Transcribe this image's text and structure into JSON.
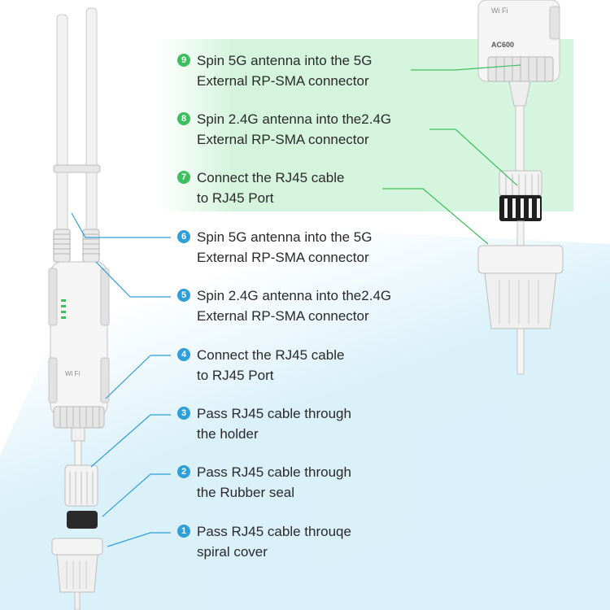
{
  "steps": [
    {
      "num": "9",
      "color": "#3cbf5c",
      "line1": "Spin 5G antenna into the 5G",
      "line2": "External RP-SMA connector"
    },
    {
      "num": "8",
      "color": "#3cbf5c",
      "line1": "Spin 2.4G antenna into the2.4G",
      "line2": "External RP-SMA connector"
    },
    {
      "num": "7",
      "color": "#3cbf5c",
      "line1": "Connect the RJ45 cable",
      "line2": "to RJ45 Port"
    },
    {
      "num": "6",
      "color": "#2e9fd8",
      "line1": "Spin 5G antenna into the 5G",
      "line2": "External RP-SMA connector"
    },
    {
      "num": "5",
      "color": "#2e9fd8",
      "line1": "Spin 2.4G antenna into the2.4G",
      "line2": "External RP-SMA connector"
    },
    {
      "num": "4",
      "color": "#2e9fd8",
      "line1": "Connect the RJ45 cable",
      "line2": "to RJ45 Port"
    },
    {
      "num": "3",
      "color": "#2e9fd8",
      "line1": "Pass RJ45 cable through",
      "line2": "the holder"
    },
    {
      "num": "2",
      "color": "#2e9fd8",
      "line1": "Pass RJ45 cable through",
      "line2": "the Rubber seal"
    },
    {
      "num": "1",
      "color": "#2e9fd8",
      "line1": "Pass RJ45 cable throuqe",
      "line2": "spiral cover"
    }
  ],
  "device": {
    "top_label": "Wi Fi",
    "model": "AC600",
    "side_label": "Wi Fi"
  },
  "colors": {
    "green_bg": "#d4f4dd",
    "blue_bg": "#d6eff9",
    "green_accent": "#3cbf5c",
    "blue_accent": "#2e9fd8"
  }
}
